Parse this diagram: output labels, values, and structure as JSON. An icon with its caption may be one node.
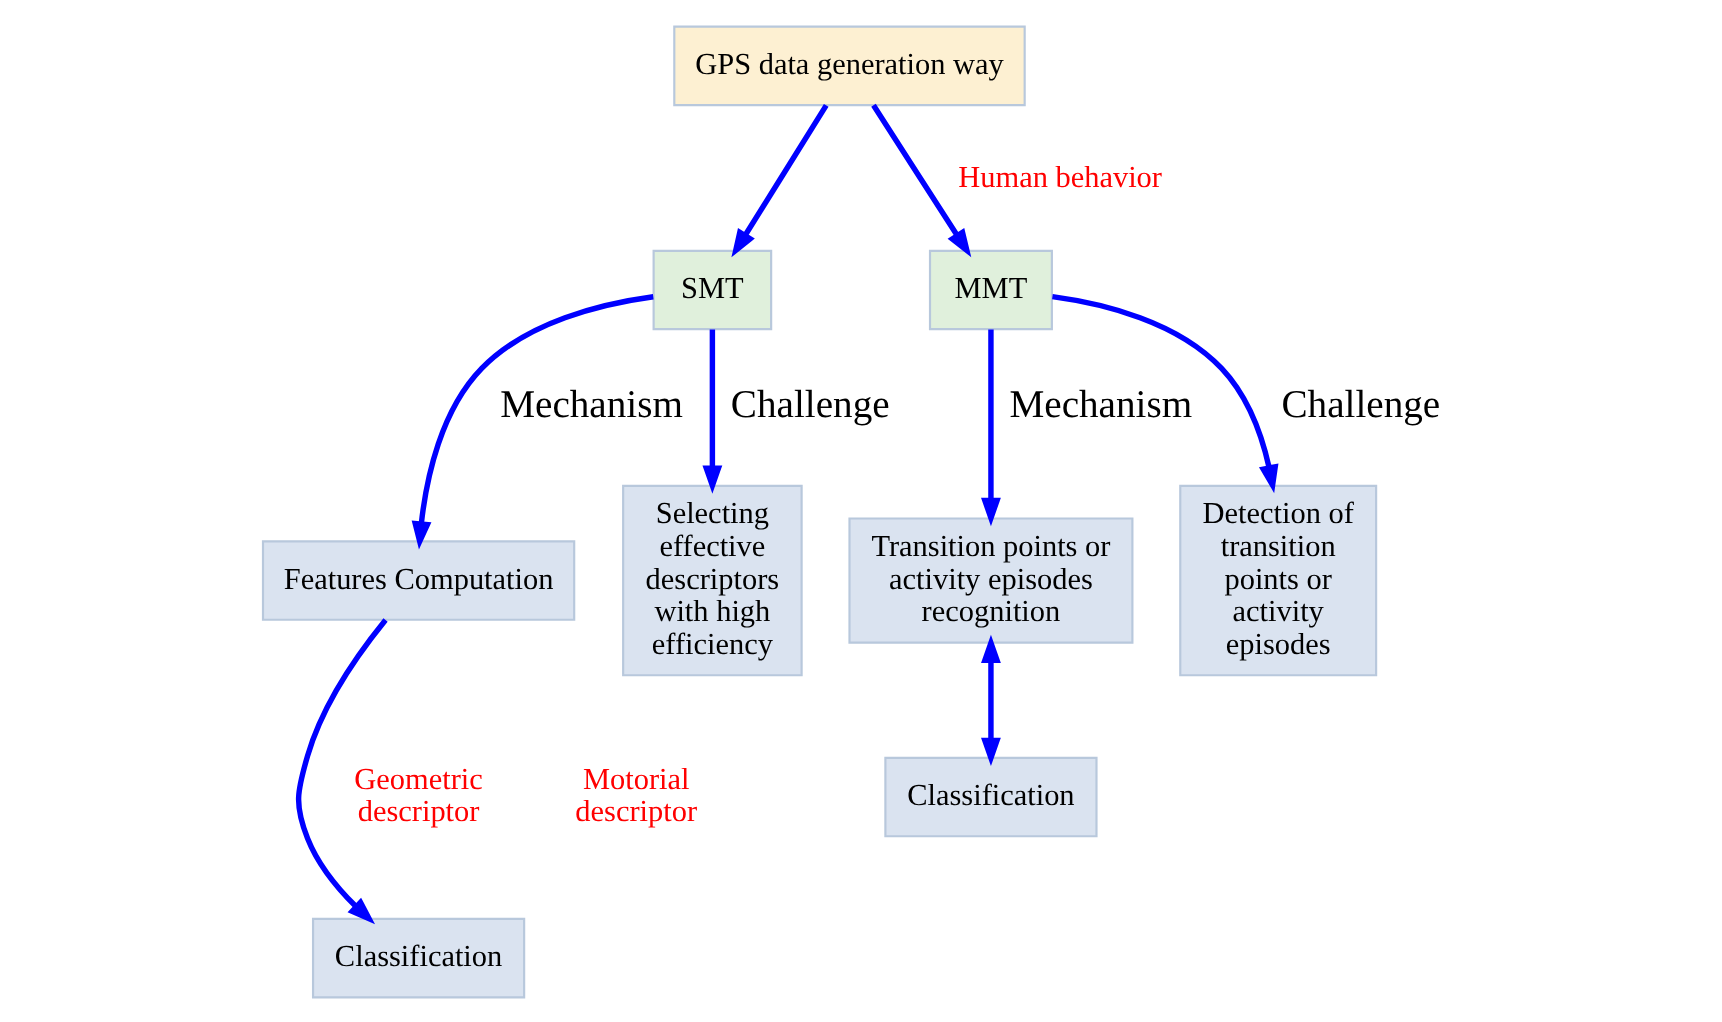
{
  "diagram": {
    "nodes": [
      {
        "text": [
          "GPS data generation way"
        ]
      },
      {
        "text": [
          "SMT"
        ]
      },
      {
        "text": [
          "MMT"
        ]
      },
      {
        "text": [
          "Features Computation"
        ]
      },
      {
        "text": [
          "Selecting effective descriptors with high efficiency"
        ]
      },
      {
        "text": [
          "Classification"
        ]
      },
      {
        "text": [
          "Transition points or activity episodes recognition"
        ]
      },
      {
        "text": [
          "Detection of transition points or activity episodes"
        ]
      },
      {
        "text": [
          "Classification"
        ]
      }
    ],
    "edges": [
      {
        "from": 0,
        "to": 1,
        "arrow": "to"
      },
      {
        "from": 0,
        "to": 2,
        "arrow": "to",
        "label": "Human behavior"
      },
      {
        "from": 1,
        "to": 3,
        "arrow": "to",
        "label": "Mechanism"
      },
      {
        "from": 1,
        "to": 4,
        "arrow": "to",
        "label": "Challenge"
      },
      {
        "from": 2,
        "to": 6,
        "arrow": "to",
        "label": "Mechanism"
      },
      {
        "from": 2,
        "to": 7,
        "arrow": "to",
        "label": "Challenge"
      },
      {
        "from": 3,
        "to": 5,
        "arrow": "to"
      },
      {
        "from": 6,
        "to": 8,
        "arrow": "both"
      }
    ],
    "labels": [
      "Geometric descriptor",
      "Motorial descriptor"
    ]
  }
}
